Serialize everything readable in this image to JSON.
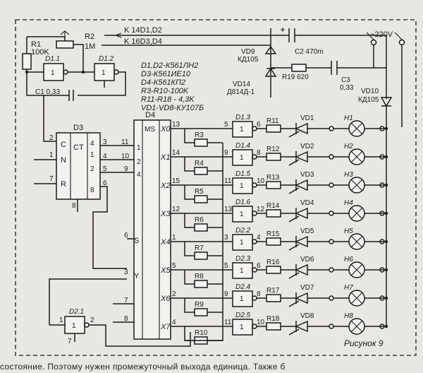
{
  "figure_caption": "Рисунок 9",
  "bottom_text": "состояние. Поэтому нужен промежуточный выхода единица. Также б",
  "legend": [
    "D1,D2-К561ЛН2",
    "D3-К561ИЕ10",
    "D4-К561КП2",
    "R3-R10-100K",
    "R11-R18 - 4,3K",
    "VD1-VD8-КУ107Б"
  ],
  "labels": {
    "r1": "R1",
    "r1_val": "100K",
    "r2": "R2",
    "r2_val": "1M",
    "d11": "D1.1",
    "d12": "D1.2",
    "c1": "C1 0,33",
    "k1": "K 14D1,D2",
    "k2": "K 16D3,D4",
    "vd9": "VD9",
    "vd9_type": "КД105",
    "vd14": "VD14",
    "vd14_type": "Д814Д-1",
    "c2": "C2 470m",
    "r19": "R19 620",
    "c3": "C3",
    "c3_val": "0,33",
    "mains": "~220V",
    "vd10": "VD10",
    "vd10_type": "КД105",
    "d3": "D3",
    "ct": "CT",
    "c_pin": "C",
    "n_pin": "N",
    "r_pin": "R",
    "d4": "D4",
    "ms": "MS",
    "s_pin": "S",
    "y_pin": "Y",
    "d21": "D2.1",
    "one": "1",
    "p2": "2",
    "p3": "3",
    "p4": "4",
    "p1": "1",
    "p7": "7",
    "p8": "8",
    "p6": "6",
    "p11": "11",
    "p10": "10",
    "p9": "9",
    "p13": "13",
    "p14": "14",
    "p15": "15",
    "p12": "12",
    "p5": "5"
  },
  "channels": [
    {
      "x": "X0",
      "pin": "13",
      "r": "R3",
      "gate": "D1.3",
      "gin": "5",
      "gout": "6",
      "rl": "R11",
      "vd": "VD1",
      "h": "H1"
    },
    {
      "x": "X1",
      "pin": "14",
      "r": "R4",
      "gate": "D1.4",
      "gin": "9",
      "gout": "8",
      "rl": "R12",
      "vd": "VD2",
      "h": "H2"
    },
    {
      "x": "X2",
      "pin": "15",
      "r": "R5",
      "gate": "D1.5",
      "gin": "11",
      "gout": "10",
      "rl": "R13",
      "vd": "VD3",
      "h": "H3"
    },
    {
      "x": "X3",
      "pin": "12",
      "r": "R6",
      "gate": "D1.6",
      "gin": "13",
      "gout": "12",
      "rl": "R14",
      "vd": "VD4",
      "h": "H4"
    },
    {
      "x": "X4",
      "pin": "1",
      "r": "R7",
      "gate": "D2.2",
      "gin": "3",
      "gout": "4",
      "rl": "R15",
      "vd": "VD5",
      "h": "H5"
    },
    {
      "x": "X5",
      "pin": "5",
      "r": "R8",
      "gate": "D2.3",
      "gin": "5",
      "gout": "6",
      "rl": "R16",
      "vd": "VD6",
      "h": "H6"
    },
    {
      "x": "X6",
      "pin": "2",
      "r": "R9",
      "gate": "D2.4",
      "gin": "9",
      "gout": "8",
      "rl": "R17",
      "vd": "VD7",
      "h": "H7"
    },
    {
      "x": "X7",
      "pin": "4",
      "r": "R10",
      "gate": "D2.5",
      "gin": "11",
      "gout": "10",
      "rl": "R18",
      "vd": "VD8",
      "h": "H8"
    }
  ]
}
